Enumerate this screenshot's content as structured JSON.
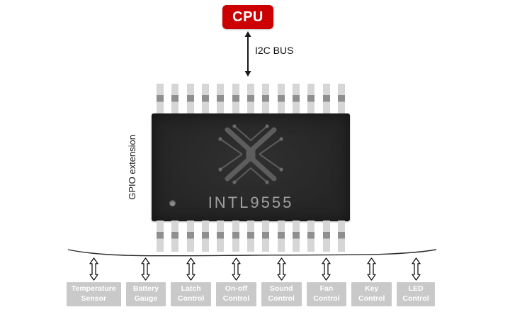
{
  "cpu": {
    "label": "CPU"
  },
  "bus": {
    "label": "I2C BUS"
  },
  "chip": {
    "name": "INTL9555",
    "side_label": "GPIO extension",
    "pins_per_side": 13
  },
  "peripherals": [
    {
      "line1": "Temperature",
      "line2": "Sensor"
    },
    {
      "line1": "Battery",
      "line2": "Gauge"
    },
    {
      "line1": "Latch",
      "line2": "Control"
    },
    {
      "line1": "On-off",
      "line2": "Control"
    },
    {
      "line1": "Sound",
      "line2": "Control"
    },
    {
      "line1": "Fan",
      "line2": "Control"
    },
    {
      "line1": "Key",
      "line2": "Control"
    },
    {
      "line1": "LED",
      "line2": "Control"
    }
  ],
  "colors": {
    "cpu_red": "#cc0000",
    "chip_body": "#262626",
    "pin_gray": "#d6d6d6",
    "pin_band": "#8f8f8f",
    "box_gray": "#c9c9c9",
    "chip_text": "#a0a0a0",
    "line_black": "#1a1a1a"
  }
}
